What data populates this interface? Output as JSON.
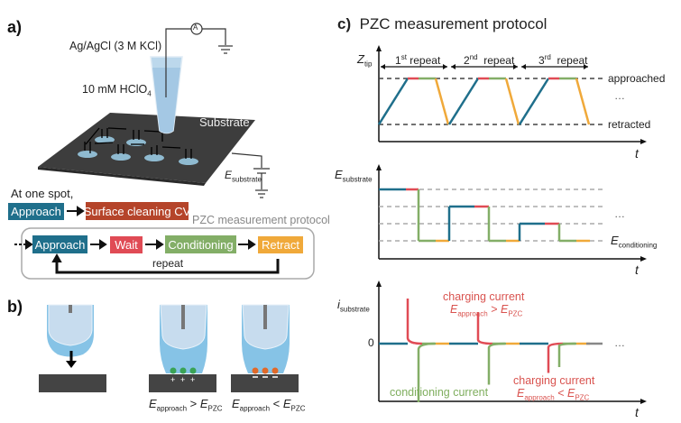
{
  "colors": {
    "approach": "#1f6f8b",
    "cleaning": "#b5442a",
    "wait": "#e04b55",
    "conditioning": "#83ae67",
    "retract": "#f0a93a",
    "substrate": "#3d3d3d",
    "electrolyte": "#a8cbe4",
    "charging_text": "#d9534f",
    "conditioning_text": "#7fae5e"
  },
  "panel_a": {
    "label": "a)",
    "reference_electrode": "Ag/AgCl (3 M KCl)",
    "electrolyte": "10 mM HClO",
    "electrolyte_sub": "4",
    "ammeter": "A",
    "substrate_label": "Substrate",
    "potential_label": "E",
    "potential_sub": "substrate",
    "one_spot_text": "At one spot,",
    "one_spot_steps": [
      "Approach",
      "Surface cleaning CV"
    ],
    "protocol_title": "PZC measurement protocol",
    "protocol_steps": [
      "Approach",
      "Wait",
      "Conditioning",
      "Retract"
    ],
    "repeat_label": "repeat"
  },
  "panel_b": {
    "label": "b)",
    "case1": {
      "E": "E",
      "sub1": "approach",
      "op": ">",
      "E2": "E",
      "sub2": "PZC"
    },
    "case2": {
      "E": "E",
      "sub1": "approach",
      "op": "<",
      "E2": "E",
      "sub2": "PZC"
    }
  },
  "panel_c": {
    "label": "c)",
    "title": "PZC measurement protocol",
    "chart_data": [
      {
        "type": "line",
        "title": "Z_tip vs t",
        "ylabel": "Z",
        "ylabel_sub": "tip",
        "xlabel": "t",
        "repeats": [
          {
            "n": "1",
            "sup": "st",
            "label": "repeat"
          },
          {
            "n": "2",
            "sup": "nd",
            "label": "repeat"
          },
          {
            "n": "3",
            "sup": "rd",
            "label": "repeat"
          }
        ],
        "levels": {
          "approached": "approached",
          "retracted": "retracted"
        },
        "ellipsis": "…",
        "segments_per_repeat": [
          "approach",
          "wait",
          "conditioning",
          "retract"
        ]
      },
      {
        "type": "line",
        "title": "E_substrate vs t",
        "ylabel": "E",
        "ylabel_sub": "substrate",
        "xlabel": "t",
        "level_label": "E",
        "level_label_sub": "conditioning",
        "ellipsis": "…",
        "approach_levels": [
          4,
          3,
          2
        ],
        "conditioning_level": 1
      },
      {
        "type": "line",
        "title": "i_substrate vs t",
        "ylabel": "i",
        "ylabel_sub": "substrate",
        "xlabel": "t",
        "zero_tick": "0",
        "ellipsis": "…",
        "annotations": [
          {
            "text": "charging current",
            "E": "E",
            "sub1": "approach",
            "op": ">",
            "E2": "E",
            "sub2": "PZC"
          },
          {
            "text": "charging current",
            "E": "E",
            "sub1": "approach",
            "op": "<",
            "E2": "E",
            "sub2": "PZC"
          },
          {
            "text": "conditioning current"
          }
        ],
        "charging_peaks": [
          1.0,
          0.7,
          -0.65
        ],
        "conditioning_peaks": [
          -1.0,
          -0.7,
          -0.4
        ]
      }
    ]
  }
}
